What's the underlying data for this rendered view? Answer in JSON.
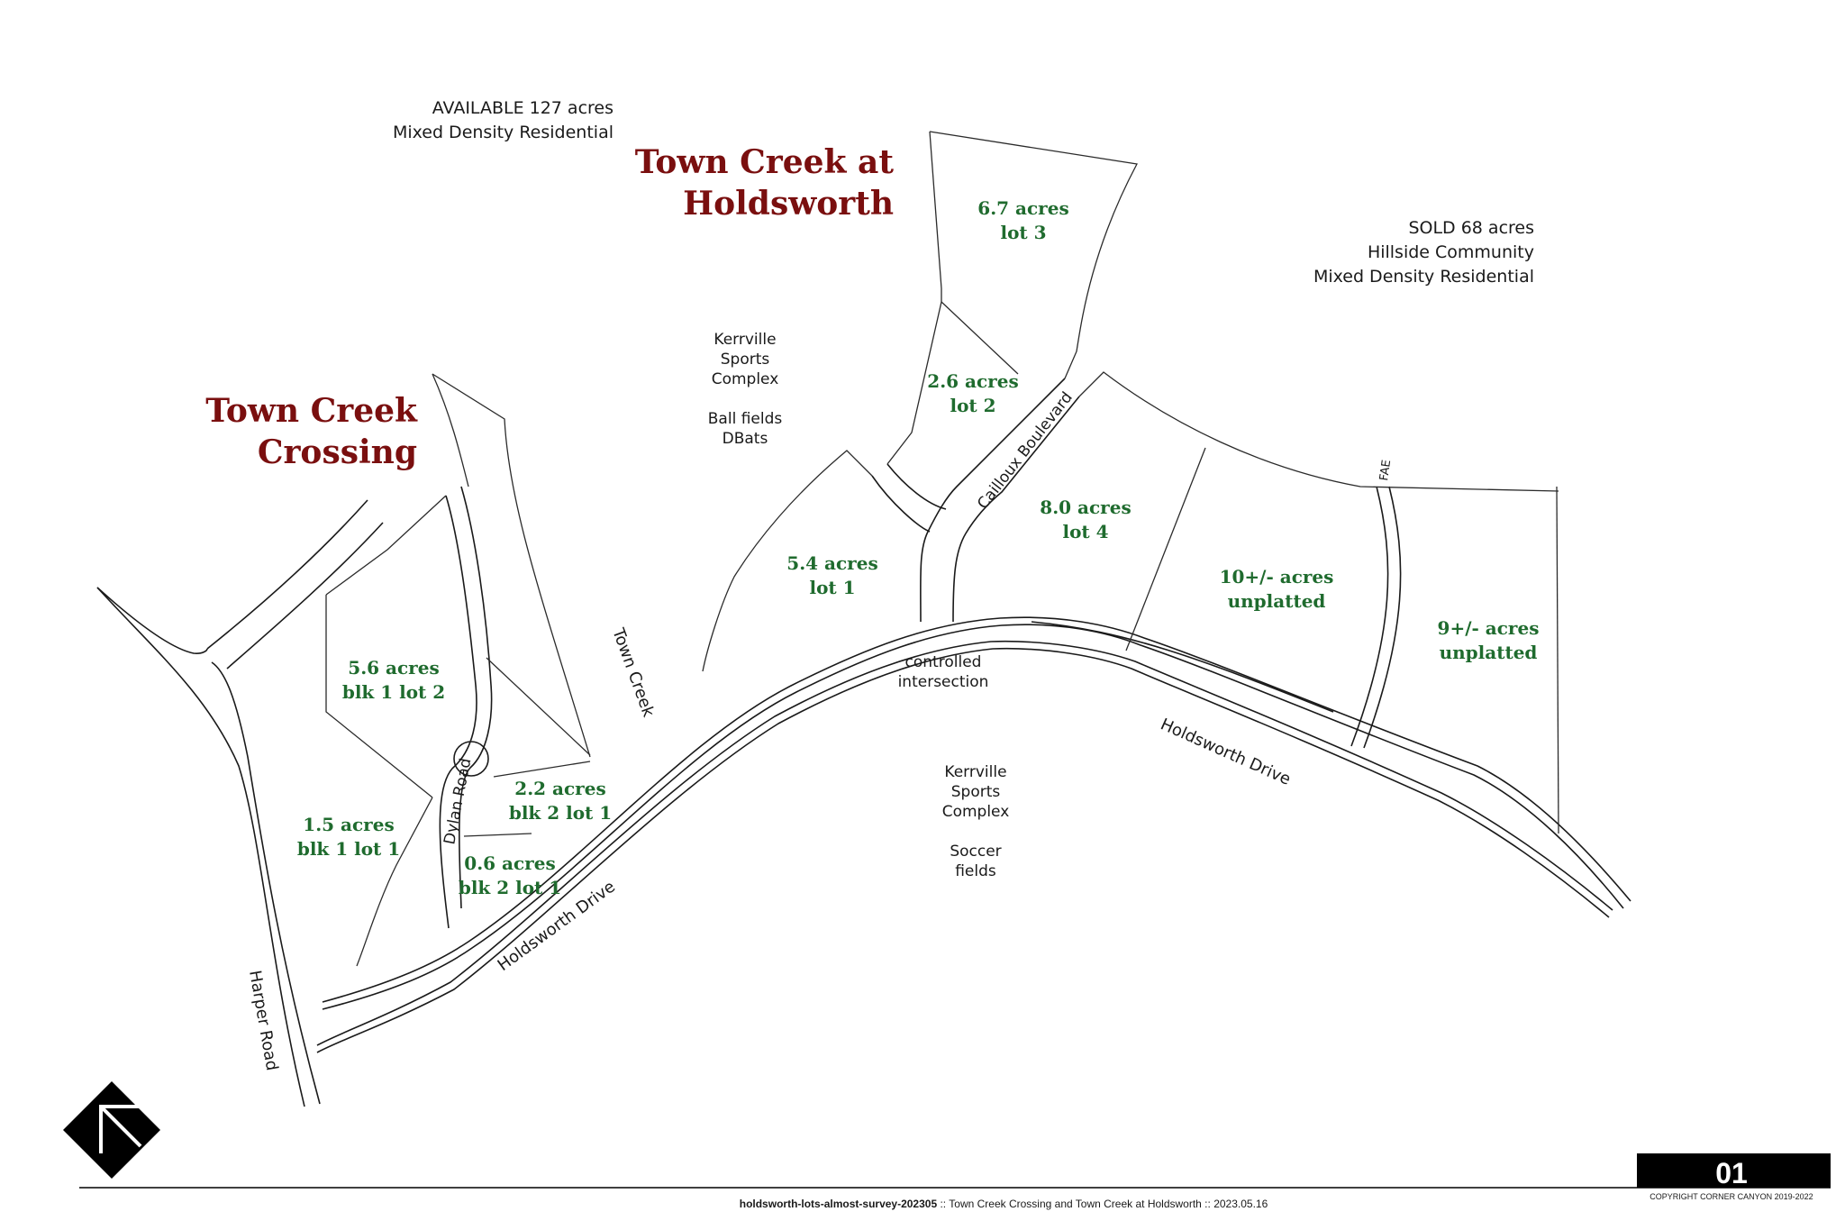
{
  "projects": {
    "holdsworth": [
      "Town Creek at",
      "Holdsworth"
    ],
    "crossing": [
      "Town Creek",
      "Crossing"
    ]
  },
  "notes": {
    "available": [
      "AVAILABLE 127 acres",
      "Mixed Density Residential"
    ],
    "sold": [
      "SOLD 68 acres",
      "Hillside Community",
      "Mixed Density Residential"
    ],
    "sports_top": [
      "Kerrville",
      "Sports",
      "Complex",
      "",
      "Ball fields",
      "DBats"
    ],
    "sports_bottom": [
      "Kerrville",
      "Sports",
      "Complex",
      "",
      "Soccer",
      "fields"
    ],
    "intersection": [
      "controlled",
      "intersection"
    ]
  },
  "lots": [
    {
      "id": "lot3",
      "lines": [
        "6.7 acres",
        "lot 3"
      ]
    },
    {
      "id": "lot2",
      "lines": [
        "2.6 acres",
        "lot 2"
      ]
    },
    {
      "id": "lot1",
      "lines": [
        "5.4 acres",
        "lot 1"
      ]
    },
    {
      "id": "lot4",
      "lines": [
        "8.0 acres",
        "lot 4"
      ]
    },
    {
      "id": "unplatted-10",
      "lines": [
        "10+/- acres",
        "unplatted"
      ]
    },
    {
      "id": "unplatted-9",
      "lines": [
        "9+/- acres",
        "unplatted"
      ]
    },
    {
      "id": "blk1-lot2",
      "lines": [
        "5.6 acres",
        "blk 1 lot 2"
      ]
    },
    {
      "id": "blk2-lot1-22",
      "lines": [
        "2.2 acres",
        "blk 2 lot 1"
      ]
    },
    {
      "id": "blk1-lot1",
      "lines": [
        "1.5 acres",
        "blk 1 lot 1"
      ]
    },
    {
      "id": "blk2-lot1-06",
      "lines": [
        "0.6 acres",
        "blk 2 lot 1"
      ]
    }
  ],
  "roads": {
    "holdsworth_east": "Holdsworth Drive",
    "holdsworth_west": "Holdsworth Drive",
    "cailloux": "Cailloux Boulevard",
    "dylan": "Dylan Road",
    "harper": "Harper Road",
    "town_creek": "Town Creek",
    "fae": "FAE"
  },
  "footer": {
    "filename": "holdsworth-lots-almost-survey-202305",
    "sep1": " :: ",
    "description": "Town Creek Crossing and Town Creek at Holdsworth",
    "sep2": "  ::  ",
    "date": "2023.05.16",
    "sheet": "01",
    "copyright": "COPYRIGHT CORNER CANYON 2019-2022"
  },
  "icons": {
    "north_arrow": "north-arrow-icon"
  }
}
